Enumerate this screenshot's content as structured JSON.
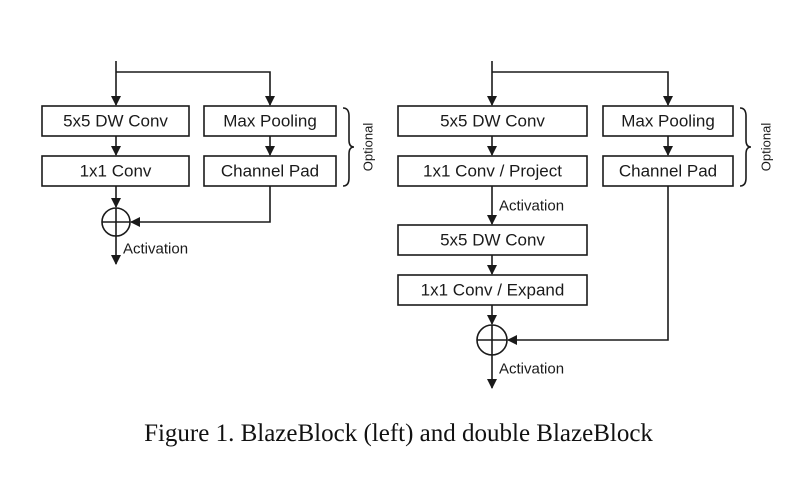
{
  "caption": "Figure 1. BlazeBlock (left) and double BlazeBlock",
  "left_block": {
    "main_path": [
      "5x5 DW Conv",
      "1x1 Conv"
    ],
    "side_path": [
      "Max Pooling",
      "Channel Pad"
    ],
    "optional_label": "Optional",
    "output_label": "Activation"
  },
  "right_block": {
    "main_path": [
      "5x5 DW Conv",
      "1x1 Conv / Project",
      "5x5 DW Conv",
      "1x1 Conv / Expand"
    ],
    "side_path": [
      "Max Pooling",
      "Channel Pad"
    ],
    "optional_label": "Optional",
    "mid_label": "Activation",
    "output_label": "Activation"
  },
  "colors": {
    "stroke": "#1a1a1a",
    "background": "#ffffff"
  }
}
